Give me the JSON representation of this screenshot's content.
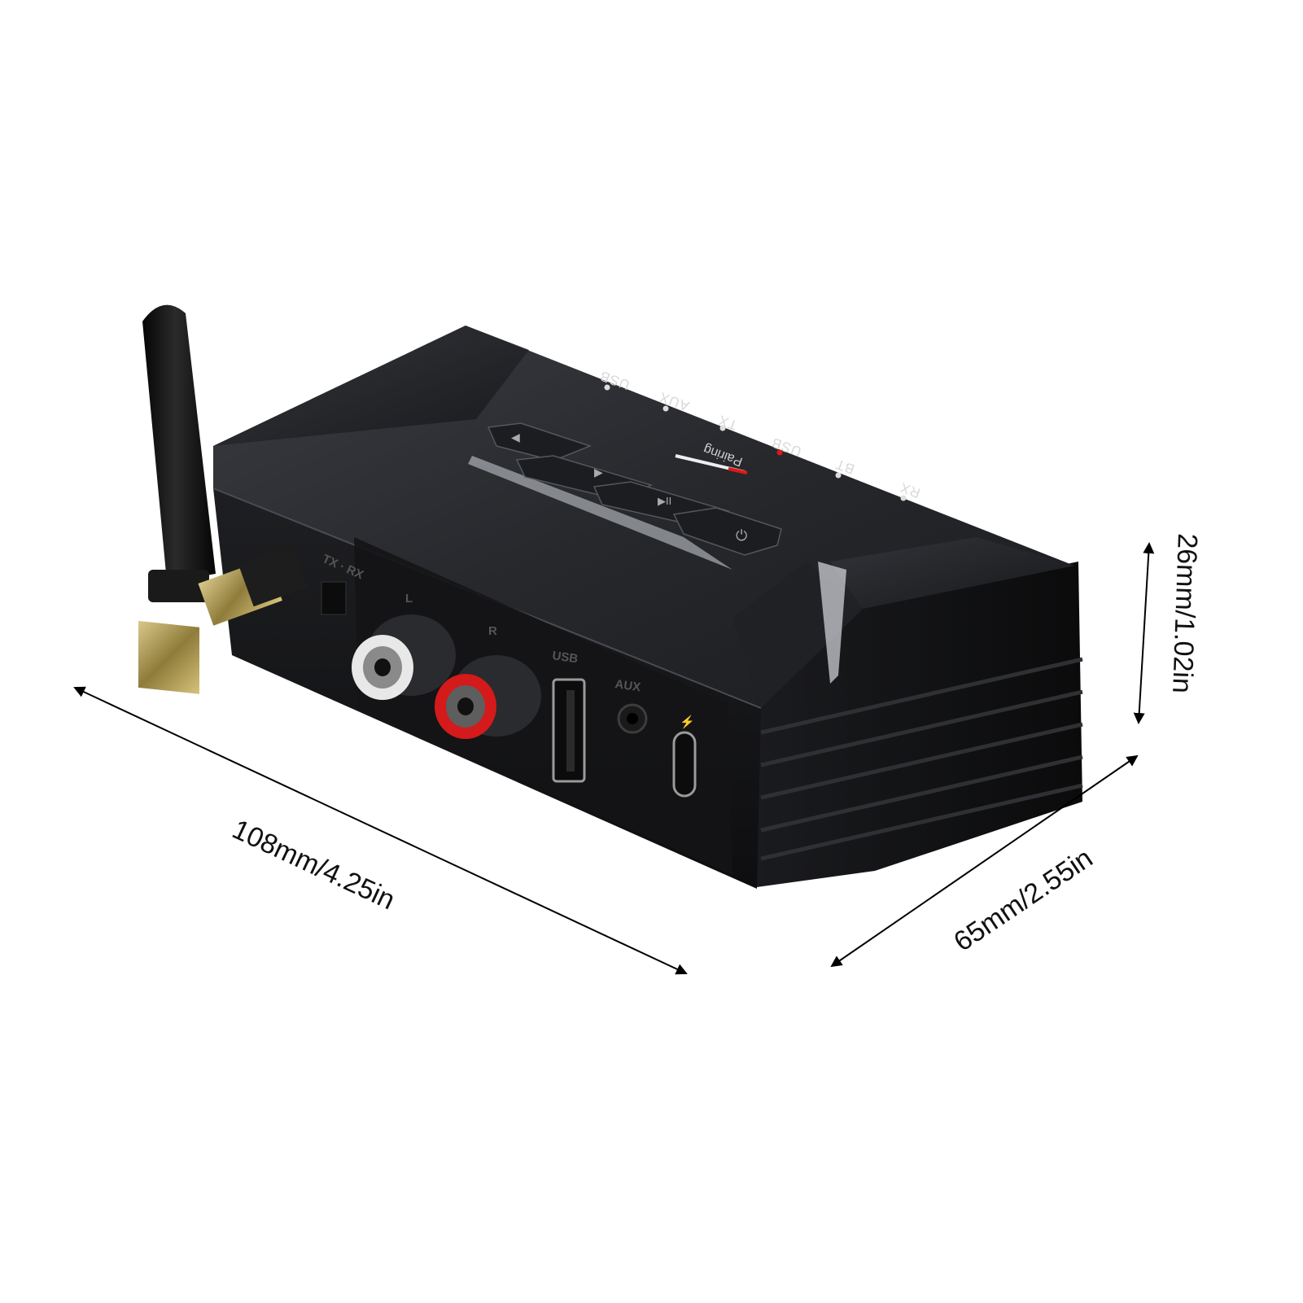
{
  "product": {
    "indicators": [
      {
        "label": "RX",
        "led": "#dddddd"
      },
      {
        "label": "BT",
        "led": "#dddddd"
      },
      {
        "label": "USB",
        "led": "#e01818"
      },
      {
        "label": "TX",
        "led": "#dddddd"
      },
      {
        "label": "AUX",
        "led": "#dddddd"
      },
      {
        "label": "USB",
        "led": "#dddddd"
      }
    ],
    "pairing_label": "Pairing",
    "buttons": [
      {
        "icon": "previous-icon",
        "glyph": "◀"
      },
      {
        "icon": "next-icon",
        "glyph": "▶"
      },
      {
        "icon": "play-pause-icon",
        "glyph": "▶II"
      },
      {
        "icon": "power-icon",
        "glyph": "⏻"
      }
    ],
    "ports": {
      "switch_label": "TX · RX",
      "left_label": "L",
      "right_label": "R",
      "usb_label": "USB",
      "aux_label": "AUX",
      "charge_label": "⚡"
    },
    "colors": {
      "body": "#1c1d20",
      "top": "#2a2c31",
      "rca_left": "#e8e8e8",
      "rca_right": "#d41a1a",
      "antenna_base": "#8c8a6a"
    }
  },
  "dimensions": {
    "length": "108mm/4.25in",
    "width": "65mm/2.55in",
    "height": "26mm/1.02in"
  }
}
